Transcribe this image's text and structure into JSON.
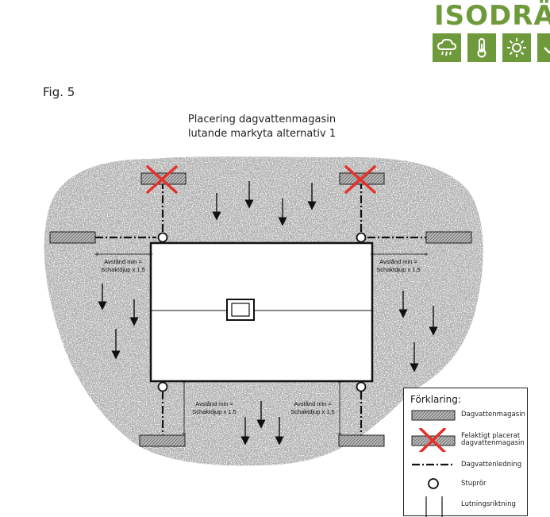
{
  "brand": {
    "name": "ISODRÄ",
    "icons": [
      "cloud-rain-icon",
      "thermometer-icon",
      "sun-icon",
      "check-icon"
    ],
    "color": "#6f9a3c"
  },
  "figure": {
    "label": "Fig. 5",
    "title_line1": "Placering dagvattenmagasin",
    "title_line2": "lutande markyta alternativ 1"
  },
  "diagram": {
    "distance_label_line1": "Avstånd min =",
    "distance_label_line2": "Schaktdjup x 1,5"
  },
  "legend": {
    "title": "Förklaring:",
    "items": [
      {
        "symbol": "magazine",
        "text": "Dagvattenmagasin"
      },
      {
        "symbol": "magazine-crossed",
        "text": "Felaktigt placerat dagvattenmagasin"
      },
      {
        "symbol": "dash-dot-line",
        "text": "Dagvattenledning"
      },
      {
        "symbol": "circle",
        "text": "Stuprör"
      },
      {
        "symbol": "arrow",
        "text": "Lutningsriktning"
      }
    ]
  },
  "colors": {
    "cross": "#e5302b",
    "magazine_fill": "#b5b5b5",
    "ink": "#111111"
  }
}
